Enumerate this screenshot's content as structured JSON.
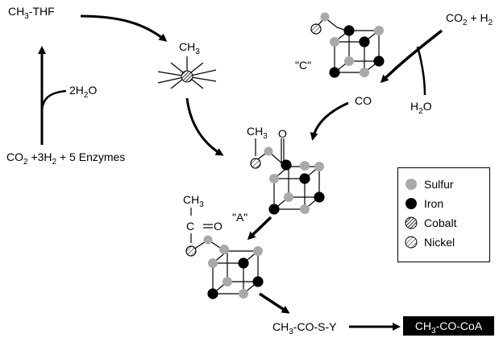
{
  "labels": {
    "ch3_thf": [
      "CH",
      "3",
      "-THF"
    ],
    "co2_h2": [
      "CO",
      "2",
      " + H",
      "2"
    ],
    "water_2": [
      "2H",
      "2",
      "O"
    ],
    "methyl_cobalt": [
      "CH",
      "3"
    ],
    "c_cluster": "\"C\"",
    "co": "CO",
    "h2o": [
      "H",
      "2",
      "O"
    ],
    "enzymes": [
      "CO",
      "2",
      " +3H",
      "2",
      " + 5 Enzymes"
    ],
    "methyl_a": [
      "CH",
      "3"
    ],
    "co_top": "O",
    "a_cluster": "\"A\"",
    "acetyl": [
      "CH",
      "3"
    ],
    "acetyl_c": "C",
    "acetyl_o": "O",
    "acetyl_sy": [
      "CH",
      "3",
      "-CO-S-Y"
    ],
    "product": [
      "CH",
      "3",
      "-CO-CoA"
    ]
  },
  "legend": [
    {
      "label": "Sulfur",
      "icon": "gray-circle"
    },
    {
      "label": "Iron",
      "icon": "black-circle"
    },
    {
      "label": "Cobalt",
      "icon": "hatched-circle-dense"
    },
    {
      "label": "Nickel",
      "icon": "hatched-circle-light"
    }
  ],
  "colors": {
    "sulfur": "#a9a9a9",
    "iron": "#000000",
    "background": "#ffffff"
  }
}
